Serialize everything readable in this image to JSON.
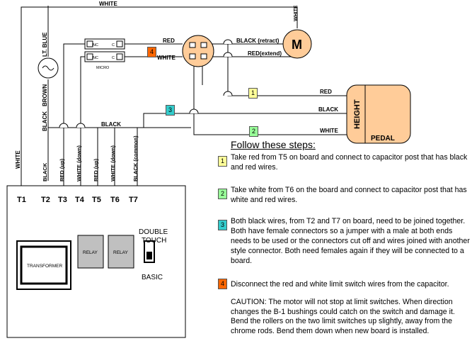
{
  "wires": {
    "top_white": "WHITE",
    "motor_white": "WHITE",
    "lt_blue": "LT. BLUE",
    "brown": "BROWN",
    "black_left": "BLACK",
    "white_far_left": "WHITE",
    "red_top": "RED",
    "white_cap": "WHITE",
    "black_retract": "BLACK (retract)",
    "red_extend": "RED(extend)",
    "red_pedal": "RED",
    "black_pedal": "BLACK",
    "white_pedal": "WHITE",
    "black_mid": "BLACK"
  },
  "switch": {
    "nc": "NC",
    "c": "C",
    "micro": "MICRO"
  },
  "motor": {
    "label": "M"
  },
  "pedal": {
    "height": "HEIGHT",
    "pedal": "PEDAL"
  },
  "board": {
    "wire_labels": [
      "BLACK",
      "RED (up)",
      "WHITE (down)",
      "RED (up)",
      "WHITE (down)",
      "BLACK (common)"
    ],
    "white_label": "WHITE",
    "terminals": [
      "T1",
      "T2",
      "T3",
      "T4",
      "T5",
      "T6",
      "T7"
    ],
    "transformer": "TRANSFORMER",
    "relay1": "RELAY",
    "relay2": "RELAY",
    "double_touch_1": "DOUBLE",
    "double_touch_2": "TOUCH",
    "basic": "BASIC"
  },
  "badges": {
    "b1": "1",
    "b2": "2",
    "b3": "3",
    "b4": "4"
  },
  "steps": {
    "title": "Follow these steps:",
    "s1": "Take red from T5 on board and connect to capacitor post that has black and red wires.",
    "s2": "Take white from T6 on the board and connect to capacitor post that has white and red wires.",
    "s3": "Both black wires, from T2 and T7 on board, need to be joined together.  Both have female connectors so a jumper with a male at both ends needs to be used or the connectors cut off and wires joined with another style connector.  Both need females again if they will be connected to a board.",
    "s4": "Disconnect the red and white limit switch wires from the capacitor.",
    "caution": "CAUTION:  The motor will not stop at limit switches. When direction changes the B-1 bushings could catch on the switch and damage it. Bend the rollers on the two limit switches up slightly, away from the chrome rods.  Bend them down when new board is installed."
  },
  "colors": {
    "capacitor": "#ffcc99",
    "motor": "#ffcc99",
    "pedal": "#ffcc99",
    "relay": "#c0c0c0",
    "yellow_badge": "#ffff99",
    "green_badge": "#99ff99",
    "cyan_badge": "#33cccc",
    "orange_badge": "#ff6600"
  }
}
